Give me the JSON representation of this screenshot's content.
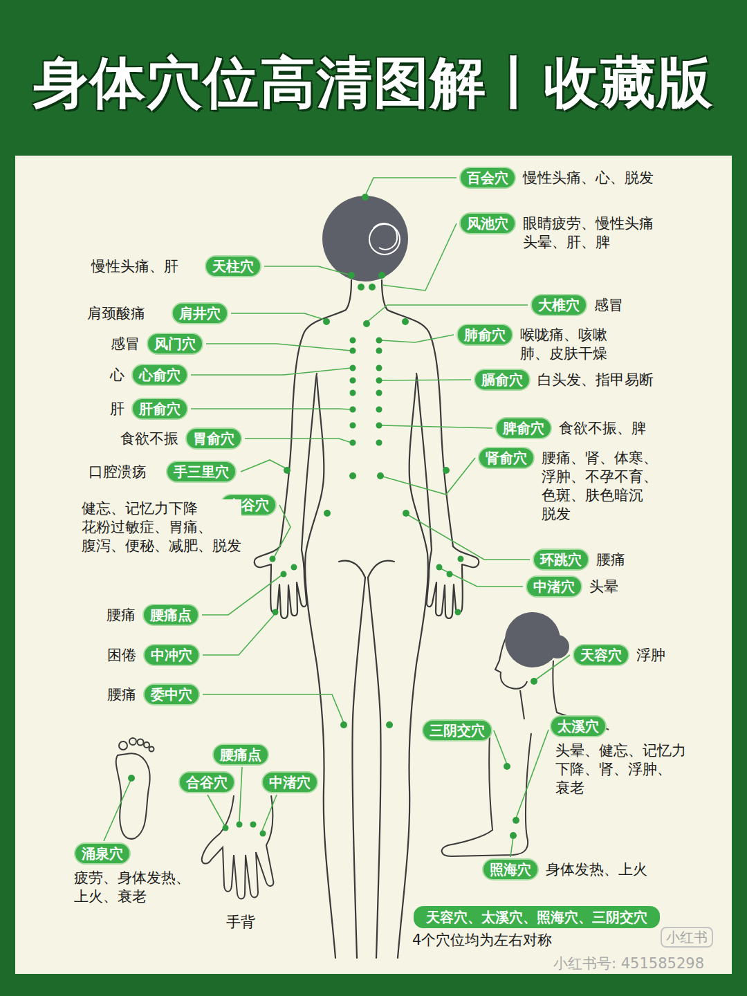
{
  "diagram": {
    "title": "身体穴位高清图解丨收藏版",
    "nodes": [
      {
        "text": [
          "百会穴",
          "慢性头痛、心、脱发"
        ]
      },
      {
        "text": [
          "风池穴",
          "眼睛疲劳、慢性头痛 头晕、肝、脾"
        ]
      },
      {
        "text": [
          "天柱穴",
          "慢性头痛、肝"
        ]
      },
      {
        "text": [
          "大椎穴",
          "感冒"
        ]
      },
      {
        "text": [
          "肩井穴",
          "肩颈酸痛"
        ]
      },
      {
        "text": [
          "肺俞穴",
          "喉咙痛、咳嗽 肺、皮肤干燥"
        ]
      },
      {
        "text": [
          "风门穴",
          "感冒"
        ]
      },
      {
        "text": [
          "心俞穴",
          "心"
        ]
      },
      {
        "text": [
          "膈俞穴",
          "白头发、指甲易断"
        ]
      },
      {
        "text": [
          "肝俞穴",
          "肝"
        ]
      },
      {
        "text": [
          "脾俞穴",
          "食欲不振、脾"
        ]
      },
      {
        "text": [
          "胃俞穴",
          "食欲不振"
        ]
      },
      {
        "text": [
          "肾俞穴",
          "腰痛、肾、体寒、 浮肿、不孕不育、 色斑、肤色暗沉 脱发"
        ]
      },
      {
        "text": [
          "手三里穴",
          "口腔溃疡"
        ]
      },
      {
        "text": [
          "合谷穴",
          "健忘、记忆力下降 花粉过敏症、胃痛、 腹泻、便秘、减肥、脱发"
        ]
      },
      {
        "text": [
          "环跳穴",
          "腰痛"
        ]
      },
      {
        "text": [
          "中渚穴",
          "头晕"
        ]
      },
      {
        "text": [
          "腰痛点",
          "腰痛"
        ]
      },
      {
        "text": [
          "中冲穴",
          "困倦"
        ]
      },
      {
        "text": [
          "天容穴",
          "浮肿"
        ]
      },
      {
        "text": [
          "委中穴",
          "腰痛"
        ]
      },
      {
        "text": [
          "太溪穴",
          "头晕、健忘、记忆力 下降、肾、浮肿、 衰老"
        ]
      },
      {
        "text": [
          "三阴交穴"
        ]
      },
      {
        "text": [
          "腰痛点"
        ]
      },
      {
        "text": [
          "合谷穴"
        ]
      },
      {
        "text": [
          "中渚穴"
        ]
      },
      {
        "text": [
          "涌泉穴",
          "疲劳、身体发热、 上火、衰老"
        ]
      },
      {
        "text": [
          "照海穴",
          "身体发热、上火"
        ]
      },
      {
        "text": [
          "天容穴、太溪穴、照海穴、三阴交穴"
        ]
      }
    ],
    "labels": [
      "手背",
      "4个穴位均为左右对称",
      "小红书",
      "小红书号: 451585298"
    ]
  }
}
